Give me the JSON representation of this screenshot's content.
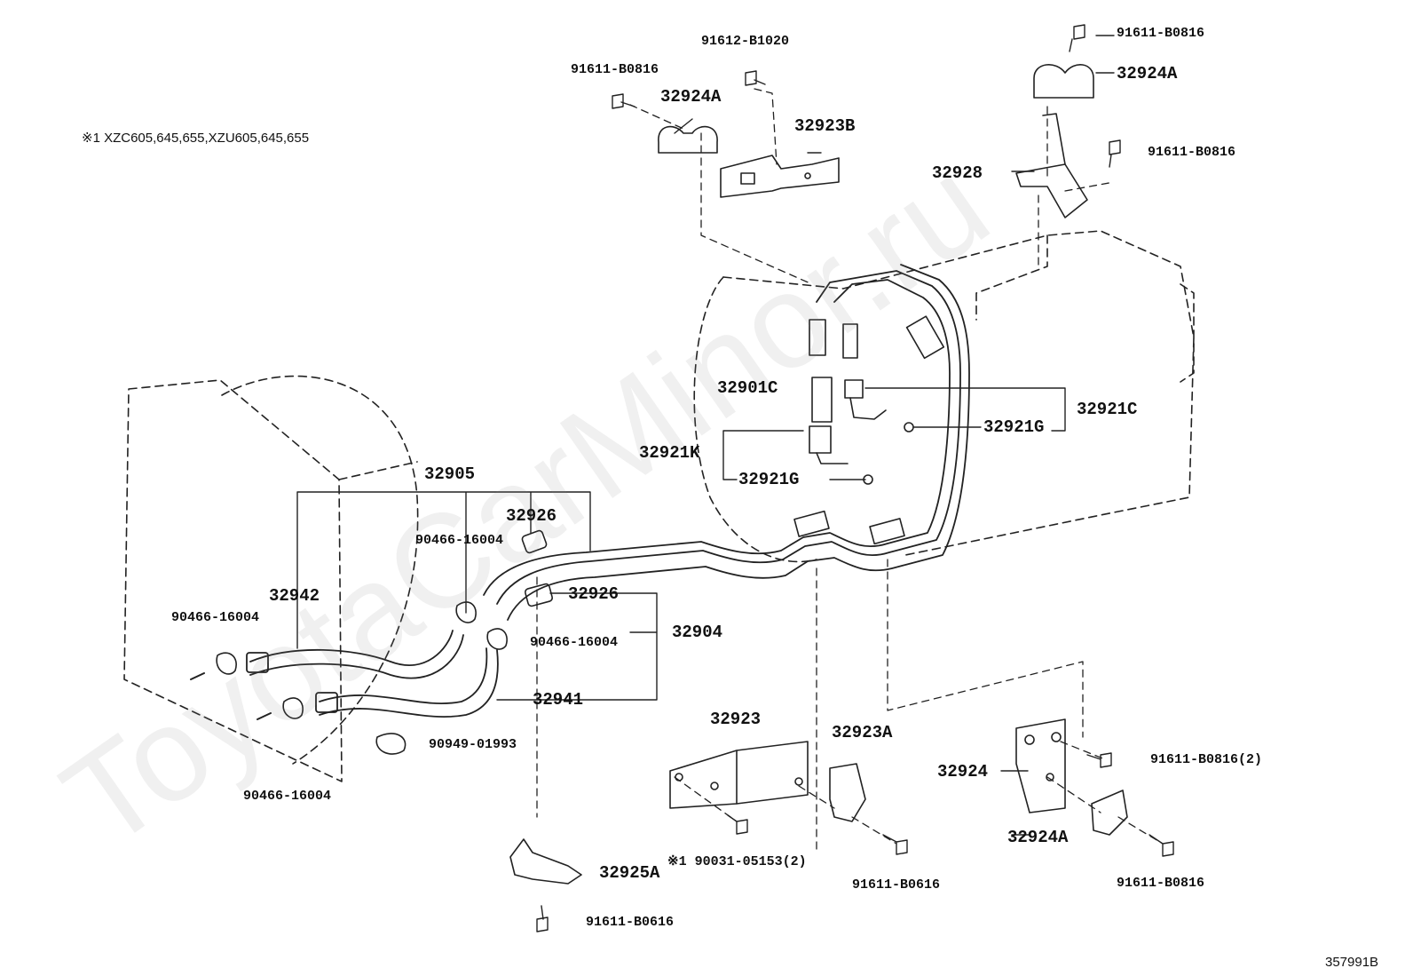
{
  "note": "※1  XZC605,645,655,XZU605,645,655",
  "footer_code": "357991B",
  "watermark": "ToyotaCarMinor.ru",
  "labels": {
    "b91612_B1020": "91612-B1020",
    "b91611_B0816_tl": "91611-B0816",
    "p32924A_tl": "32924A",
    "p32923B": "32923B",
    "b91611_B0816_tr": "91611-B0816",
    "p32924A_tr": "32924A",
    "b91611_B0816_tr2": "91611-B0816",
    "p32928": "32928",
    "p32901C": "32901C",
    "p32921C": "32921C",
    "p32921G_a": "32921G",
    "p32921K": "32921K",
    "p32921G_b": "32921G",
    "p32905": "32905",
    "p32926_a": "32926",
    "c90466_a": "90466-16004",
    "p32942": "32942",
    "c90466_b": "90466-16004",
    "p32926_b": "32926",
    "p32904": "32904",
    "c90466_c": "90466-16004",
    "p32941": "32941",
    "c90949": "90949-01993",
    "c90466_d": "90466-16004",
    "p32923": "32923",
    "p32923A": "32923A",
    "p32924": "32924",
    "b91611_B0816_2": "91611-B0816(2)",
    "p32924A_br": "32924A",
    "b91611_B0816_br": "91611-B0816",
    "b91611_B0616_a": "91611-B0616",
    "p32925A": "32925A",
    "b90031": "※1 90031-05153(2)",
    "b91611_B0616_b": "91611-B0616"
  }
}
